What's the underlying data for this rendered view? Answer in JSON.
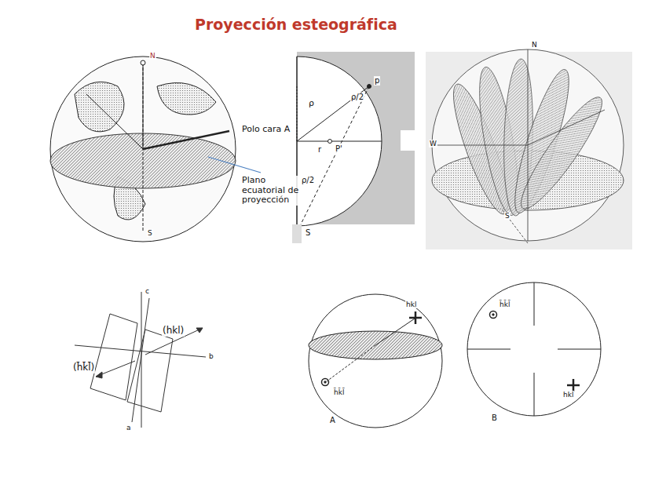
{
  "diagram": {
    "title": "Proyección esteográfica",
    "labels": [
      "N",
      "Polo cara A",
      "Plano ecuatorial de proyección",
      "S",
      "ρ",
      "ρ/2",
      "p",
      "r",
      "P'",
      "ρ/2",
      "S",
      "N",
      "W",
      "S",
      "(hkl)",
      "(h̄k̄l̄)",
      "c",
      "b",
      "a",
      "hkl",
      "h̄k̄l̄",
      "A",
      "h̄k̄l̄",
      "hkl",
      "B"
    ]
  }
}
